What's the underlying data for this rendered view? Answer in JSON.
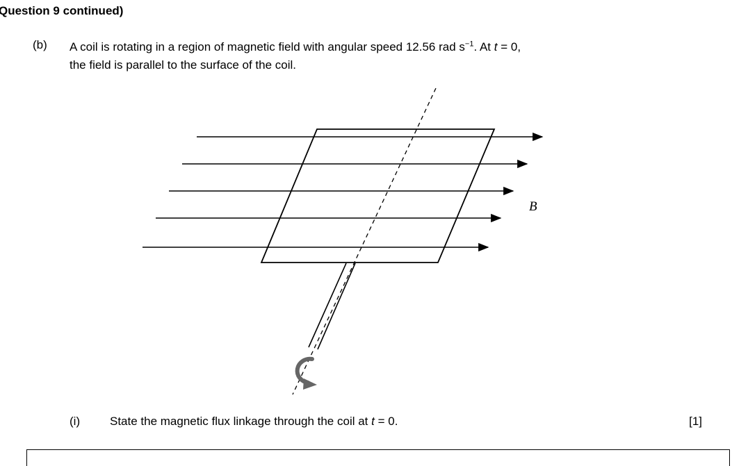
{
  "header": {
    "title": "Question 9 continued)"
  },
  "question_b": {
    "label": "(b)",
    "line1_part1": "A coil is rotating in a region of magnetic field with angular speed 12.56 rad s",
    "superscript": "−1",
    "line1_part2": ". At ",
    "italic_t": "t",
    "line1_part3": " = 0,",
    "line2": "the field is parallel to the surface of the coil."
  },
  "diagram": {
    "field_label": "B"
  },
  "question_i": {
    "label": "(i)",
    "text_part1": "State the magnetic flux linkage through the coil at ",
    "italic_t": "t",
    "text_part2": " = 0.",
    "marks": "[1]"
  }
}
